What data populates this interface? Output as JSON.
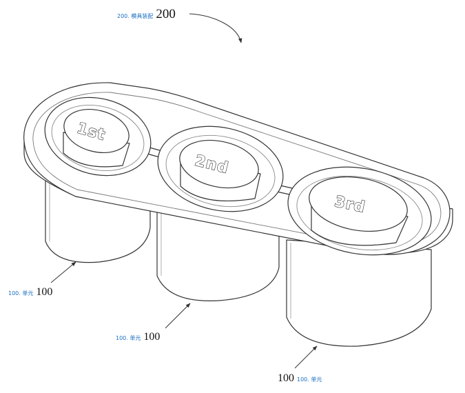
{
  "assembly": {
    "label_small": "200. 模具装配",
    "label_number": "200"
  },
  "units": [
    {
      "label_small": "100. 单元",
      "label_number": "100",
      "cup_text": "1st"
    },
    {
      "label_small": "100. 单元",
      "label_number": "100",
      "cup_text": "2nd"
    },
    {
      "label_small": "100. 单元",
      "label_number": "100",
      "cup_text": "3rd"
    }
  ],
  "colors": {
    "line": "#333333",
    "annotation_small": "#1a6fc2",
    "annotation_number": "#111111"
  }
}
